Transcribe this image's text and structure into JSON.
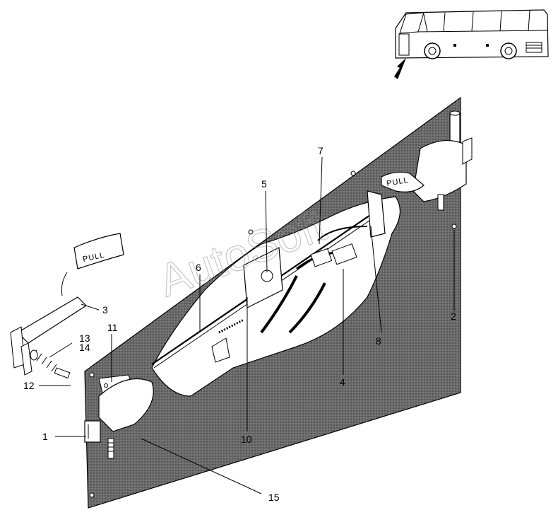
{
  "handle_label": "PULL",
  "watermark": "AutoSoft",
  "callouts": [
    {
      "id": "1",
      "text": "1"
    },
    {
      "id": "2",
      "text": "2"
    },
    {
      "id": "3",
      "text": "3"
    },
    {
      "id": "4",
      "text": "4"
    },
    {
      "id": "5",
      "text": "5"
    },
    {
      "id": "6",
      "text": "6"
    },
    {
      "id": "7",
      "text": "7"
    },
    {
      "id": "8",
      "text": "8"
    },
    {
      "id": "10",
      "text": "10"
    },
    {
      "id": "11",
      "text": "11"
    },
    {
      "id": "12",
      "text": "12"
    },
    {
      "id": "13",
      "text": "13"
    },
    {
      "id": "14",
      "text": "14"
    },
    {
      "id": "15",
      "text": "15"
    }
  ]
}
